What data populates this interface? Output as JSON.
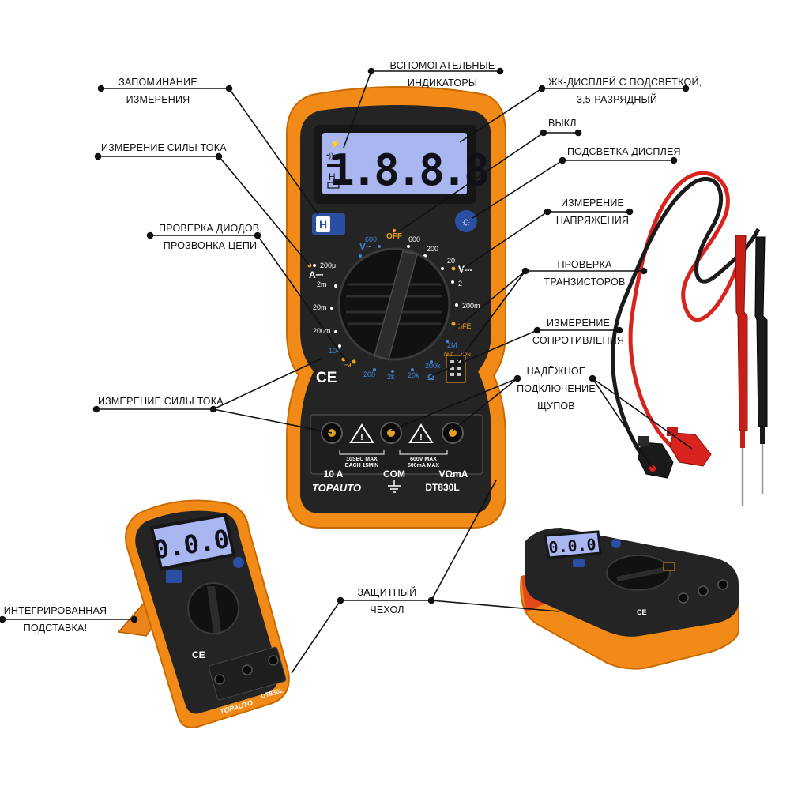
{
  "callouts": {
    "memory": [
      "ЗАПОМИНАНИЕ",
      "ИЗМЕРЕНИЯ"
    ],
    "aux": [
      "ВСПОМОГАТЕЛЬНЫЕ",
      "ИНДИКАТОРЫ"
    ],
    "lcd": [
      "ЖК-ДИСПЛЕЙ С ПОДСВЕТКОЙ,",
      "3,5-РАЗРЯДНЫЙ"
    ],
    "off": "ВЫКЛ",
    "backlight": "ПОДСВЕТКА ДИСПЛЕЯ",
    "current_top": "ИЗМЕРЕНИЕ СИЛЫ ТОКА",
    "voltage": [
      "ИЗМЕРЕНИЕ",
      "НАПРЯЖЕНИЯ"
    ],
    "diode": [
      "ПРОВЕРКА ДИОДОВ,",
      "ПРОЗВОНКА ЦЕПИ"
    ],
    "transistor": [
      "ПРОВЕРКА",
      "ТРАНЗИСТОРОВ"
    ],
    "resistance": [
      "ИЗМЕРЕНИЕ",
      "СОПРОТИВЛЕНИЯ"
    ],
    "probes": [
      "НАДЁЖНОЕ",
      "ПОДКЛЮЧЕНИЕ",
      "ЩУПОВ"
    ],
    "current_bottom": "ИЗМЕРЕНИЕ СИЛЫ ТОКА",
    "stand": [
      "ИНТЕГРИРОВАННАЯ",
      "ПОДСТАВКА!"
    ],
    "case": [
      "ЗАЩИТНЫЙ",
      "ЧЕХОЛ"
    ]
  },
  "meter": {
    "lcd_digits": "1.8.8.8",
    "lcd_digits_small": "0.0.0",
    "lcd_indicators": [
      "⚡",
      "•))",
      "H"
    ],
    "hold_key": "H",
    "brand": "TOPAUTO",
    "model": "DT830L",
    "off_label": "OFF",
    "ce_mark": "CE",
    "dial_labels": {
      "a_dc": "A⎓",
      "v_dc": "V⎓",
      "v_ac": "V~",
      "ohm": "Ω",
      "hfe": "hFE",
      "amp_ranges": [
        "200μ",
        "2m",
        "20m",
        "200m",
        "10A"
      ],
      "vac_ranges": [
        "600",
        "200"
      ],
      "vdc_ranges": [
        "600",
        "200",
        "20",
        "2",
        "200m"
      ],
      "ohm_ranges": [
        "200",
        "2k",
        "20k",
        "200k",
        "2M"
      ],
      "pnp": "PNP",
      "npn": "NPN"
    },
    "jack_labels": [
      "10 A",
      "COM",
      "VΩmA"
    ],
    "warning_left": [
      "10SEC MAX",
      "EACH 15MIN"
    ],
    "warning_right": [
      "600V MAX",
      "500mA MAX"
    ]
  },
  "colors": {
    "case_orange": "#f28a17",
    "case_dark_orange": "#d96f00",
    "body_black": "#232323",
    "lcd_blue": "#aab8f0",
    "label_blue": "#3f86d6",
    "label_orange": "#f2a21b",
    "lead_red": "#d8231e",
    "lead_black": "#1b1b1b"
  }
}
